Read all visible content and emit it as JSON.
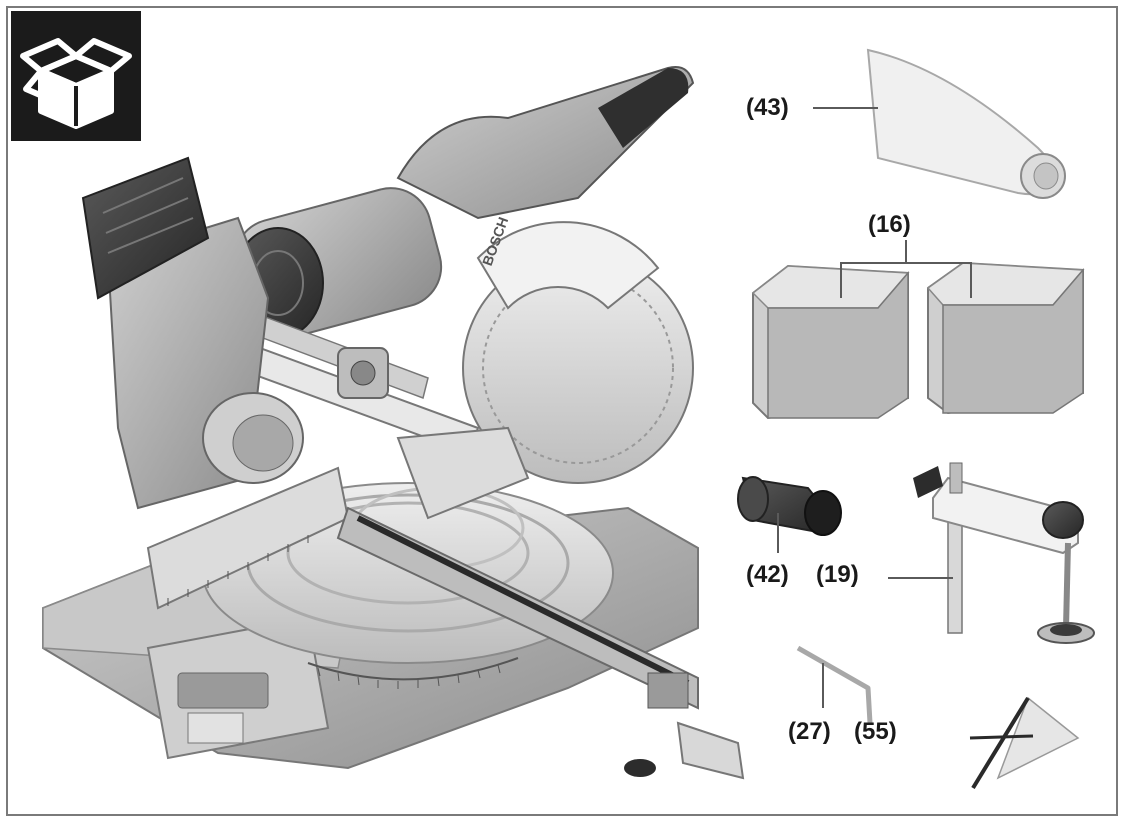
{
  "figure": {
    "badge_icon": "open-box-icon",
    "callouts": [
      {
        "id": "43",
        "label": "(43)"
      },
      {
        "id": "16",
        "label": "(16)"
      },
      {
        "id": "42",
        "label": "(42)"
      },
      {
        "id": "19",
        "label": "(19)"
      },
      {
        "id": "27",
        "label": "(27)"
      },
      {
        "id": "55",
        "label": "(55)"
      }
    ],
    "saw_brand": "BOSCH",
    "colors": {
      "badge_bg": "#1b1b1b",
      "line": "#5a5a5a",
      "part_light": "#e2e2e2",
      "part_mid": "#bdbdbd",
      "part_dark": "#3a3a3a"
    }
  }
}
